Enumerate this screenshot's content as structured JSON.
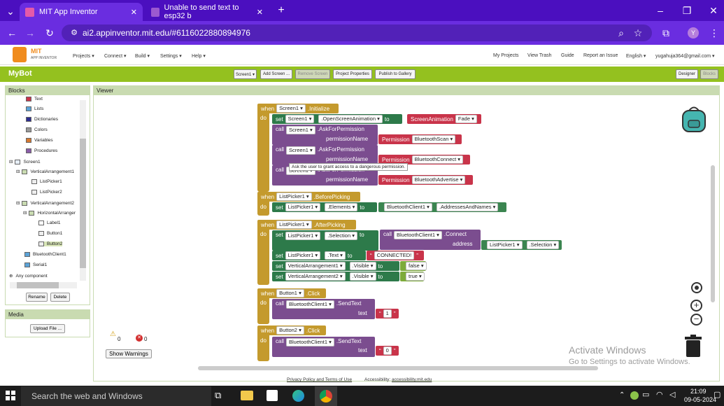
{
  "browser": {
    "tabs": [
      {
        "title": "MIT App Inventor"
      },
      {
        "title": "Unable to send text to esp32 b"
      }
    ],
    "url": "ai2.appinventor.mit.edu/#6116022880894976",
    "profile_initial": "Y"
  },
  "app": {
    "logo_top": "MIT",
    "logo_bottom": "APP INVENTOR",
    "menus": [
      "Projects ▾",
      "Connect ▾",
      "Build ▾",
      "Settings ▾",
      "Help ▾"
    ],
    "right_links": [
      "My Projects",
      "View Trash",
      "Guide",
      "Report an Issue",
      "English ▾",
      "yugahuja364@gmail.com ▾"
    ],
    "project_name": "MyBot",
    "project_buttons": [
      "Screen1 ▾",
      "Add Screen ...",
      "Remove Screen",
      "Project Properties",
      "Publish to Gallery"
    ],
    "mode_buttons": [
      "Designer",
      "Blocks"
    ]
  },
  "blocks_panel": {
    "title": "Blocks",
    "builtins": [
      "Text",
      "Lists",
      "Dictionaries",
      "Colors",
      "Variables",
      "Procedures"
    ],
    "tree": [
      "Screen1",
      "VerticalArrangement1",
      "ListPicker1",
      "ListPicker2",
      "VerticalArrangement2",
      "HorizontalArranger",
      "Label1",
      "Button1",
      "Button2",
      "BluetoothClient1",
      "Serial1",
      "Any component"
    ],
    "rename": "Rename",
    "delete": "Delete"
  },
  "media_panel": {
    "title": "Media",
    "upload": "Upload File ..."
  },
  "viewer": {
    "title": "Viewer",
    "warnings_count": "0",
    "errors_count": "0",
    "show_warnings": "Show Warnings",
    "tooltip": "Ask the user to grant access to a dangerous permission.",
    "watermark1": "Activate Windows",
    "watermark2": "Go to Settings to activate Windows."
  },
  "code": {
    "w": "when",
    "do": "do",
    "set": "set",
    "call": "call",
    "to": "to",
    "screen1": "Screen1 ▾",
    "initialize": ".Initialize",
    "open_anim": ".OpenScreenAnimation ▾",
    "screen_anim": "ScreenAnimation",
    "fade": "Fade ▾",
    "ask_perm": ".AskForPermission",
    "perm_name": "permissionName",
    "permission": "Permission",
    "bt_scan": "BluetoothScan ▾",
    "bt_connect": "BluetoothConnect ▾",
    "bt_adv": "BluetoothAdvertise ▾",
    "lp1": "ListPicker1 ▾",
    "before": ".BeforePicking",
    "elements": ".Elements ▾",
    "btc": "BluetoothClient1 ▾",
    "addr_names": ".AddressesAndNames ▾",
    "after": ".AfterPicking",
    "selection": ".Selection ▾",
    "connect": ".Connect",
    "address": "address",
    "text_prop": ".Text ▾",
    "connected": "CONNECTED!",
    "va1": "VerticalArrangement1 ▾",
    "va2": "VerticalArrangement2 ▾",
    "visible": ".Visible ▾",
    "false": "false ▾",
    "true": "true ▾",
    "btn1": "Button1 ▾",
    "btn2": "Button2 ▾",
    "click": ".Click",
    "sendtext": ".SendText",
    "text": "text",
    "one": "1",
    "zero": "0"
  },
  "footer": {
    "privacy": "Privacy Policy and Terms of Use",
    "access_label": "Accessibility: ",
    "access_link": "accessibility.mit.edu"
  },
  "taskbar": {
    "search": "Search the web and Windows",
    "time": "21:09",
    "date": "09-05-2024"
  }
}
